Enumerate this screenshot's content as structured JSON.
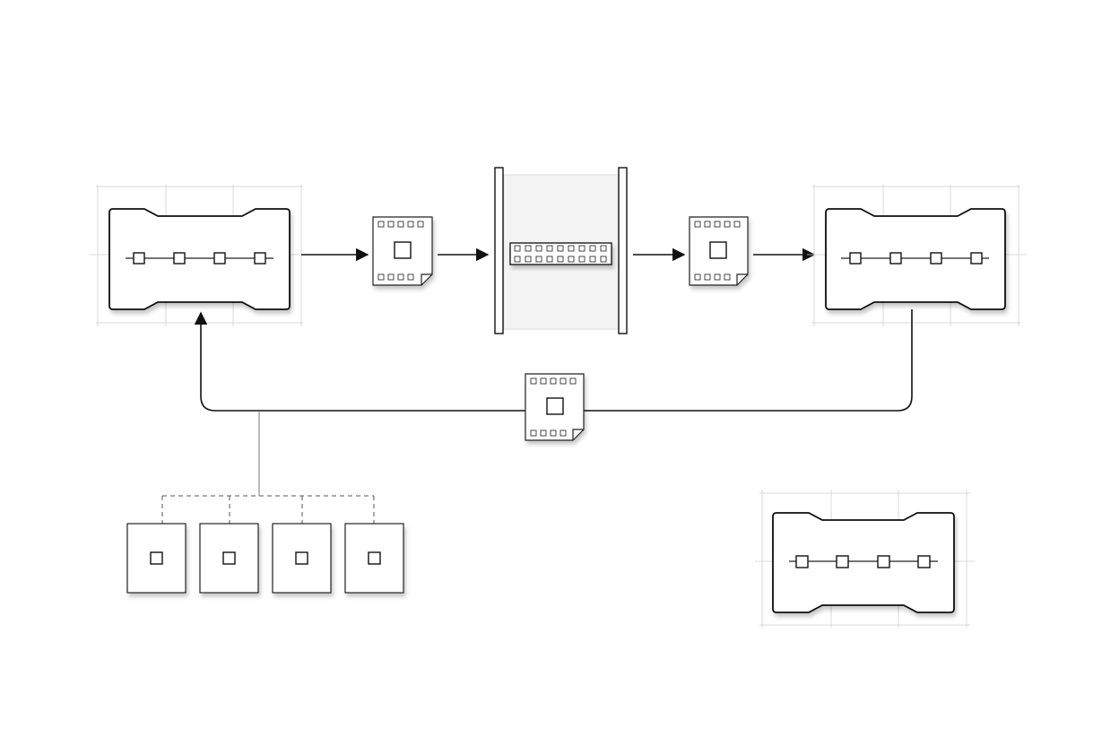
{
  "diagram": {
    "background": "#ffffff",
    "stroke_color": "#111111",
    "guide_color": "#cfcfcf",
    "channel_fill": "#f3f3f3",
    "components": {
      "source_module": {
        "icon": "chip-module-icon",
        "nodes": 4
      },
      "sink_module": {
        "icon": "chip-module-icon",
        "nodes": 4
      },
      "standalone_module": {
        "icon": "chip-module-icon",
        "nodes": 4
      },
      "packet_in": {
        "icon": "film-frame-icon"
      },
      "packet_out": {
        "icon": "film-frame-icon"
      },
      "packet_feedback": {
        "icon": "film-frame-icon"
      },
      "channel": {
        "icon": "film-strip-icon"
      },
      "tiles": [
        {
          "icon": "tile-icon"
        },
        {
          "icon": "tile-icon"
        },
        {
          "icon": "tile-icon"
        },
        {
          "icon": "tile-icon"
        }
      ]
    }
  }
}
